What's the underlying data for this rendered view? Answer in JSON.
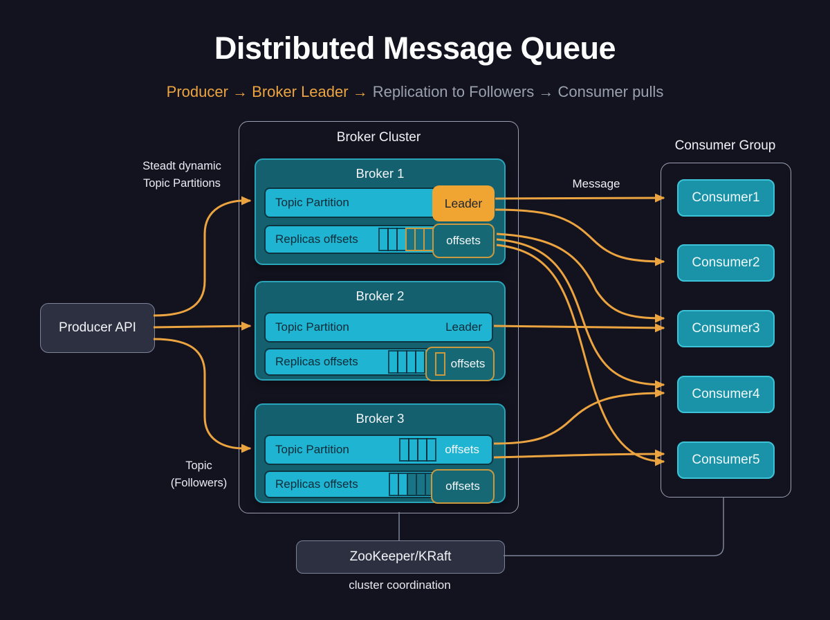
{
  "title": "Distributed Message Queue",
  "subtitle": {
    "highlight": "Producer → Broker Leader →",
    "rest": "Replication to Followers → Consumer pulls"
  },
  "colors": {
    "background": "#131320",
    "orange": "#eca440",
    "bar_cyan": "#1fb4d2",
    "broker_fill": "#14606f",
    "broker_border": "#2aa4b9",
    "row_border": "#0e3440",
    "consumer_fill": "#1a93a8",
    "consumer_border": "#3dc3d7",
    "panel_fill": "#2c3040",
    "panel_border": "#7d8498",
    "container_border": "#9ba1b2",
    "dark_text": "#0e2a36",
    "light_text": "#f2f4f8",
    "muted_text": "#9aa1ae",
    "pill_fill": "#156874",
    "pill_border": "#cb9a3e",
    "cell_dark": "#197485",
    "leader_fill": "#f0a431"
  },
  "producer": {
    "label": "Producer API"
  },
  "annotations": {
    "steady_line1": "Steadt dynamic",
    "steady_line2": "Topic Partitions",
    "followers_line1": "Topic",
    "followers_line2": "(Followers)",
    "message": "Message"
  },
  "broker_cluster": {
    "title": "Broker Cluster",
    "brokers": [
      {
        "name": "Broker 1",
        "rows": [
          {
            "label": "Topic Partition",
            "badge": "Leader"
          },
          {
            "label": "Replicas offsets",
            "cells": [
              "light",
              "light",
              "light",
              "dark-o",
              "dark-o",
              "dark-o"
            ],
            "pill": "offsets"
          }
        ]
      },
      {
        "name": "Broker 2",
        "rows": [
          {
            "label": "Topic Partition",
            "leader_text": "Leader"
          },
          {
            "label": "Replicas offsets",
            "cells": [
              "light",
              "light",
              "light",
              "light"
            ],
            "pill_cells": [
              "light"
            ],
            "pill": "offsets"
          }
        ]
      },
      {
        "name": "Broker 3",
        "rows": [
          {
            "label": "Topic Partition",
            "cells": [
              "light",
              "light",
              "light",
              "light"
            ],
            "suffix": "offsets"
          },
          {
            "label": "Replicas offsets",
            "cells": [
              "light",
              "light",
              "dark",
              "dark",
              "dark"
            ],
            "pill": "offsets"
          }
        ]
      }
    ]
  },
  "consumer_group": {
    "title": "Consumer Group",
    "consumers": [
      "Consumer1",
      "Consumer2",
      "Consumer3",
      "Consumer4",
      "Consumer5"
    ]
  },
  "zookeeper": {
    "label": "ZooKeeper/KRaft",
    "caption": "cluster coordination"
  },
  "edges": [
    {
      "from": "Producer API",
      "to": "Broker 1 Topic Partition"
    },
    {
      "from": "Producer API",
      "to": "Broker 2 Topic Partition"
    },
    {
      "from": "Producer API",
      "to": "Broker 3 Topic Partition"
    },
    {
      "from": "Broker 1 Leader",
      "to": "Consumer1",
      "label": "Message"
    },
    {
      "from": "Broker 1 Leader",
      "to": "Consumer2"
    },
    {
      "from": "Broker 1 offsets",
      "to": "Consumer3"
    },
    {
      "from": "Broker 1 offsets",
      "to": "Consumer4"
    },
    {
      "from": "Broker 1 offsets",
      "to": "Consumer5"
    },
    {
      "from": "Broker 2 Leader",
      "to": "Consumer3"
    },
    {
      "from": "Broker 3 Topic Partition",
      "to": "Consumer4"
    },
    {
      "from": "Broker 3 Topic Partition",
      "to": "Consumer5"
    },
    {
      "from": "Broker Cluster",
      "to": "ZooKeeper/KRaft",
      "style": "plain"
    },
    {
      "from": "ZooKeeper/KRaft",
      "to": "Consumer Group",
      "style": "plain"
    }
  ]
}
